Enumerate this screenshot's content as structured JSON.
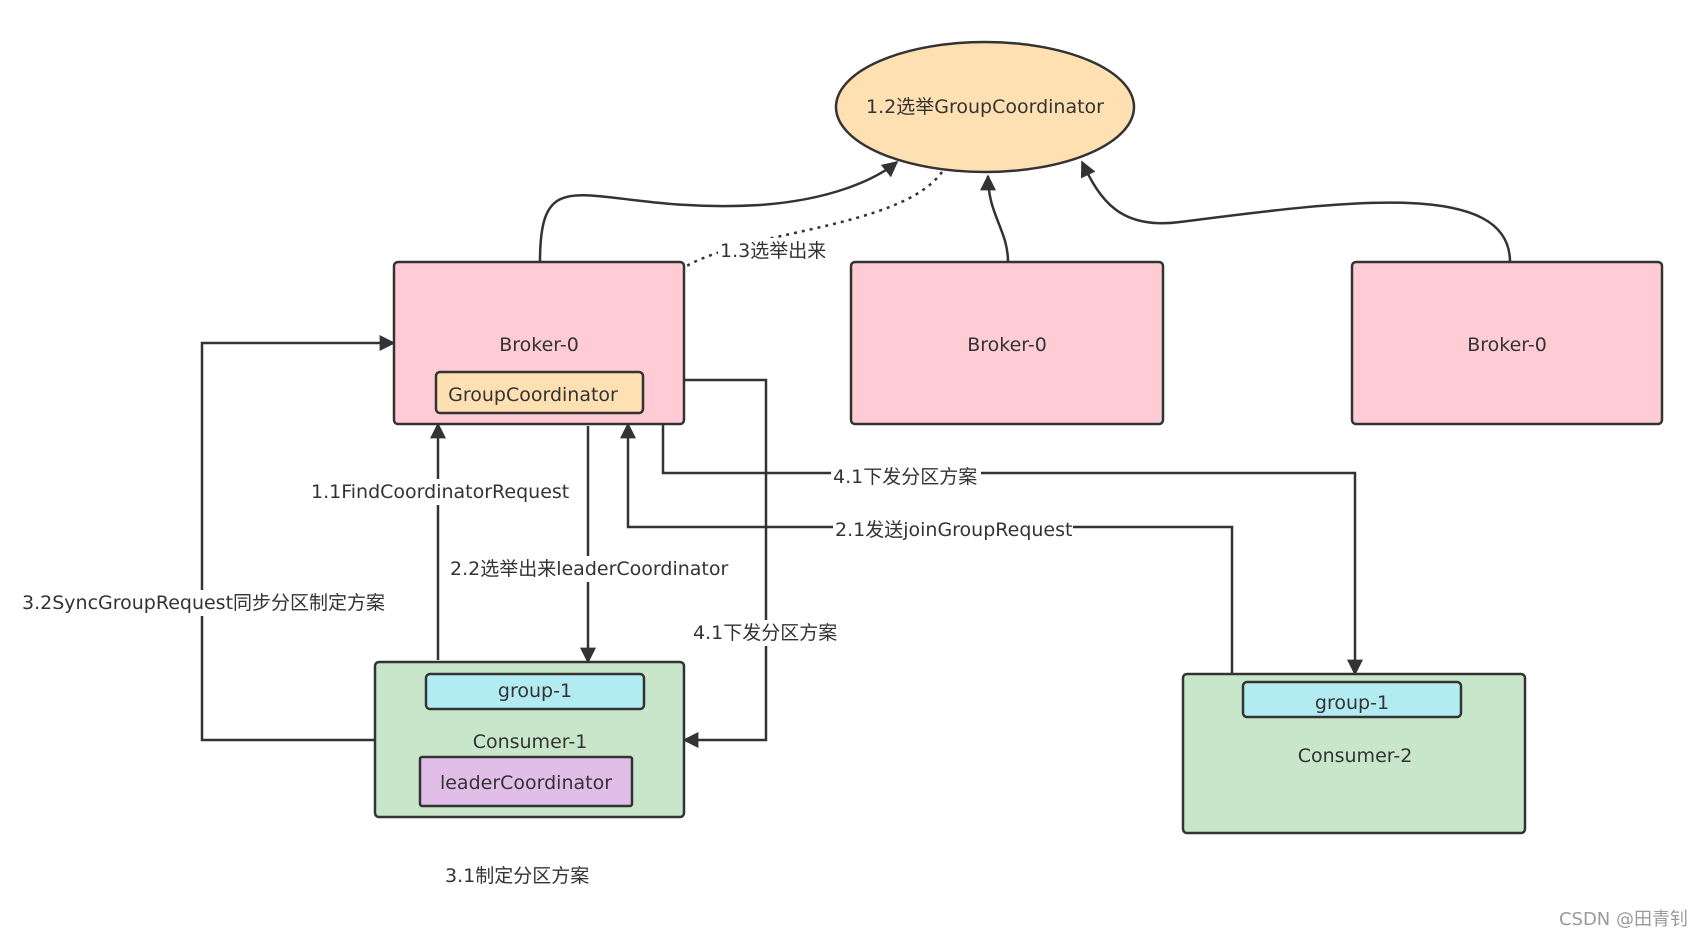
{
  "nodes": {
    "election": {
      "label": "1.2选举GroupCoordinator",
      "fill": "#ffe0b2"
    },
    "broker_a": {
      "label": "Broker-0",
      "fill": "#ffccd5"
    },
    "broker_b": {
      "label": "Broker-0",
      "fill": "#ffccd5"
    },
    "broker_c": {
      "label": "Broker-0",
      "fill": "#ffccd5"
    },
    "group_coordinator": {
      "label": "GroupCoordinator",
      "fill": "#ffe0b2"
    },
    "consumer_1": {
      "label": "Consumer-1",
      "fill": "#c8e6c9"
    },
    "group_1a": {
      "label": "group-1",
      "fill": "#b3ebf2"
    },
    "leader_coordinator": {
      "label": "leaderCoordinator",
      "fill": "#e1bee7"
    },
    "consumer_2": {
      "label": "Consumer-2",
      "fill": "#c8e6c9"
    },
    "group_1b": {
      "label": "group-1",
      "fill": "#b3ebf2"
    }
  },
  "edges": {
    "elected": "1.3选举出来",
    "find_coordinator": "1.1FindCoordinatorRequest",
    "elected_leader": "2.2选举出来leaderCoordinator",
    "sync_group": "3.2SyncGroupRequest同步分区制定方案",
    "distribute_1": "4.1下发分区方案",
    "distribute_2": "4.1下发分区方案",
    "join_group": "2.1发送joinGroupRequest"
  },
  "notes": {
    "make_plan": "3.1制定分区方案"
  },
  "watermark": "CSDN @田青钊",
  "stroke_color": "#333333"
}
